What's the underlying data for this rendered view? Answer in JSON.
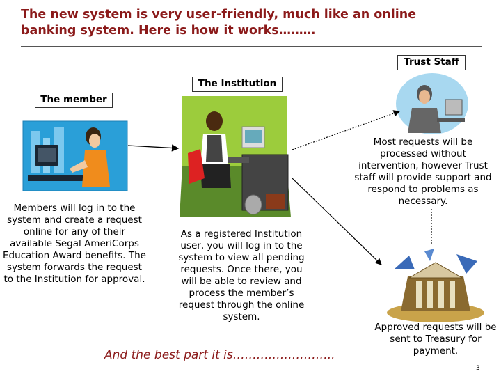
{
  "title": "The new system is very user-friendly, much like an online\nbanking system.  Here is how it works………",
  "labels": {
    "trust_staff": "Trust Staff",
    "institution": "The Institution",
    "member": "The member"
  },
  "descriptions": {
    "member": "Members will log in to the system and create a request online for any of their available Segal AmeriCorps Education Award benefits. The system forwards the request to the Institution for approval.",
    "institution": "As a registered Institution user, you will log in to the system to view all pending requests. Once there, you will be able to review and process the member’s request through the online system.",
    "trust_staff": "Most requests will be processed without intervention, however Trust staff will provide support and respond to problems as necessary.",
    "treasury": "Approved requests will be sent to Treasury for payment."
  },
  "tagline": "And the best part it is……………………..",
  "page_number": "3",
  "colors": {
    "title": "#8b1a1a",
    "rule": "#555555"
  },
  "icons": [
    "member-clipart",
    "institution-clipart",
    "trust-staff-clipart",
    "treasury-clipart"
  ]
}
